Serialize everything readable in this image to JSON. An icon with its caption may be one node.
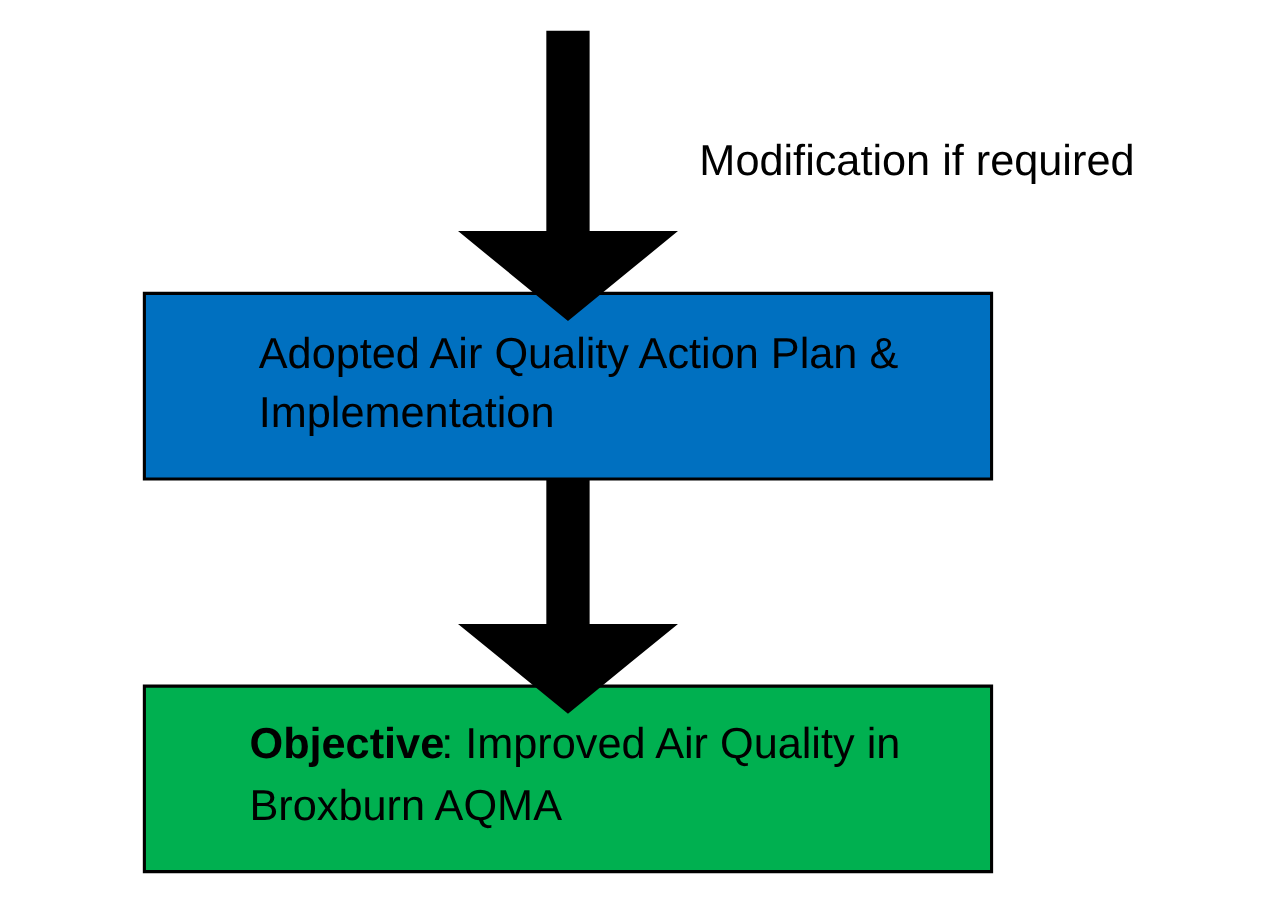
{
  "diagram": {
    "nodes": [
      {
        "text": [
          "Adopted Air Quality Action Plan & Implementation"
        ]
      },
      {
        "text": [
          "**Objective**: Improved Air Quality in Broxburn AQMA"
        ]
      }
    ],
    "edges": [
      {
        "from": null,
        "to": 0,
        "arrow": "to",
        "label": "Modification if required"
      },
      {
        "from": 0,
        "to": 1,
        "arrow": "to"
      }
    ]
  }
}
